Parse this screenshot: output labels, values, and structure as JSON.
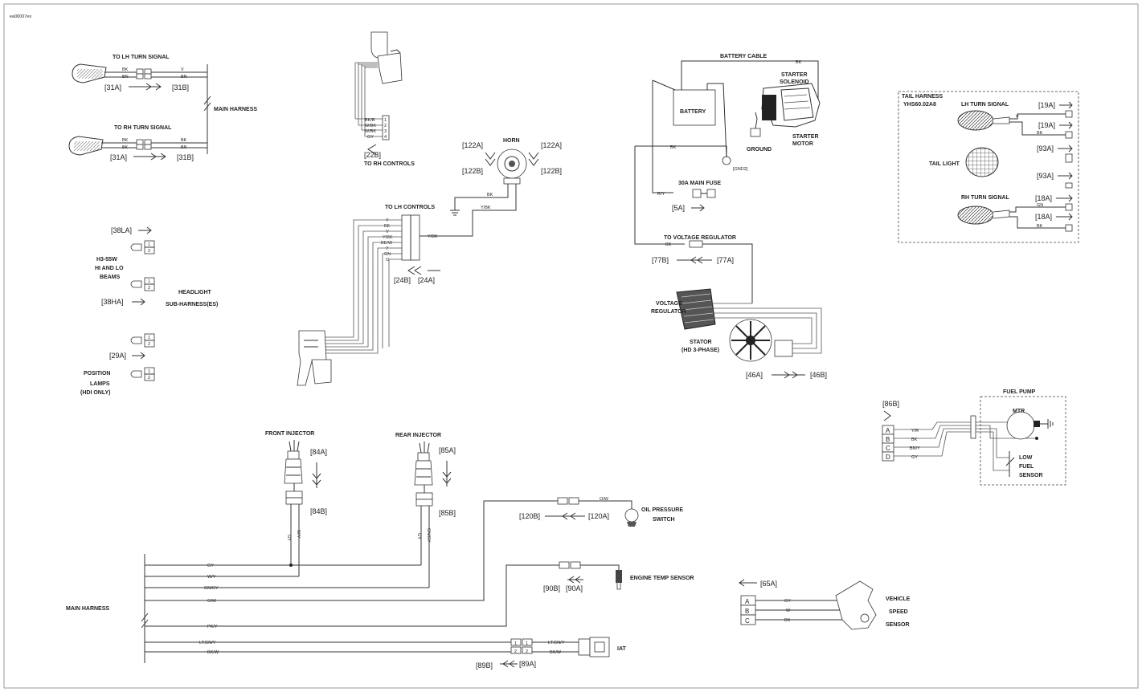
{
  "figure_id": "ea00007ex",
  "left": {
    "lh_turn_signal": "TO LH TURN SIGNAL",
    "rh_turn_signal": "TO RH TURN SIGNAL",
    "main_harness": "MAIN HARNESS",
    "lh_wires": [
      "BK",
      "BN",
      "V",
      "BN"
    ],
    "rh_wires": [
      "BK",
      "BK",
      "BK",
      "BN"
    ],
    "ref_31a": "[31A]",
    "ref_31b": "[31B]",
    "ref_38la": "[38LA]",
    "ref_38ha": "[38HA]",
    "ref_29a": "[29A]",
    "h3_lines": [
      "H3-55W",
      "HI AND LO",
      "BEAMS"
    ],
    "headlight_lines": [
      "HEADLIGHT",
      "SUB-HARNESS(ES)"
    ],
    "position_lines": [
      "POSITION",
      "LAMPS",
      "(HDI ONLY)"
    ],
    "pin_1": "1",
    "pin_2": "2"
  },
  "rh_controls": {
    "wires": [
      "BK/B",
      "W/BK",
      "W/BK",
      "GY"
    ],
    "pins": [
      "1",
      "2",
      "3",
      "4"
    ],
    "ref": "[22B]",
    "label": "TO RH CONTROLS"
  },
  "horn": {
    "label": "HORN",
    "refs": [
      "[122A]",
      "[122B]",
      "[122A]",
      "[122B]"
    ],
    "wires": [
      "BK",
      "Y/BK"
    ]
  },
  "lh_controls": {
    "label": "TO LH CONTROLS",
    "wires": [
      "Y",
      "BE",
      "V",
      "Y/BK",
      "BE/W",
      "Y",
      "GN",
      "O"
    ],
    "ybk": "Y/BK",
    "ref_24b": "[24B]",
    "ref_24a": "[24A]"
  },
  "battery_area": {
    "battery_cable": "BATTERY CABLE",
    "bk": "BK",
    "battery": "BATTERY",
    "starter_solenoid": [
      "STARTER",
      "SOLENOID"
    ],
    "starter_motor": [
      "STARTER",
      "MOTOR"
    ],
    "ground": "GROUND",
    "gnd_ref": "[GND2]",
    "main_fuse": "30A MAIN FUSE",
    "ry": "R/Y",
    "ref_5a": "[5A]",
    "to_voltage_regulator": "TO VOLTAGE REGULATOR",
    "ref_77b": "[77B]",
    "ref_77a": "[77A]",
    "voltage_regulator": [
      "VOLTAGE",
      "REGULATOR"
    ],
    "stator": [
      "STATOR",
      "(HD 3-PHASE)"
    ],
    "ref_46a": "[46A]",
    "ref_46b": "[46B]"
  },
  "tail_harness": {
    "title": [
      "TAIL HARNESS",
      "YHS60.02A8"
    ],
    "lh_turn": "LH TURN SIGNAL",
    "tail_light": "TAIL LIGHT",
    "rh_turn": "RH TURN SIGNAL",
    "ref_19a": "[19A]",
    "ref_93a": "[93A]",
    "ref_18a": "[18A]",
    "wires": [
      "V",
      "BK",
      "GN",
      "BK"
    ]
  },
  "fuel_pump": {
    "title": "FUEL PUMP",
    "ref_86b": "[86B]",
    "pins": [
      "A",
      "B",
      "C",
      "D"
    ],
    "wires": [
      "Y/R",
      "BK",
      "BN/Y",
      "GY"
    ],
    "mtr": "MTR",
    "low_fuel": [
      "LOW",
      "FUEL",
      "SENSOR"
    ]
  },
  "injectors": {
    "front": "FRONT INJECTOR",
    "rear": "REAR INJECTOR",
    "ref_84a": "[84A]",
    "ref_84b": "[84B]",
    "ref_85a": "[85A]",
    "ref_85b": "[85B]",
    "front_wires": [
      "GY",
      "W/Y"
    ],
    "rear_wires": [
      "GY",
      "GN/GY"
    ]
  },
  "main_harness_bottom": {
    "label": "MAIN HARNESS",
    "wires": [
      "GY",
      "W/Y",
      "GN/GY",
      "O/W",
      "PK/Y",
      "LT.GN/Y",
      "BK/W"
    ]
  },
  "oil_pressure": {
    "label": [
      "OIL PRESSURE",
      "SWITCH"
    ],
    "ref_120b": "[120B]",
    "ref_120a": "[120A]",
    "wire": "O/W"
  },
  "engine_temp": {
    "label": "ENGINE TEMP SENSOR",
    "ref_90b": "[90B]",
    "ref_90a": "[90A]"
  },
  "iat": {
    "label": "IAT",
    "ref_89b": "[89B]",
    "ref_89a": "[89A]",
    "wires": [
      "LT.GN/Y",
      "BK/W"
    ]
  },
  "vss": {
    "ref_65a": "[65A]",
    "pins": [
      "A",
      "B",
      "C"
    ],
    "wires": [
      "GY",
      "W",
      "BK"
    ],
    "label": [
      "VEHICLE",
      "SPEED",
      "SENSOR"
    ]
  }
}
